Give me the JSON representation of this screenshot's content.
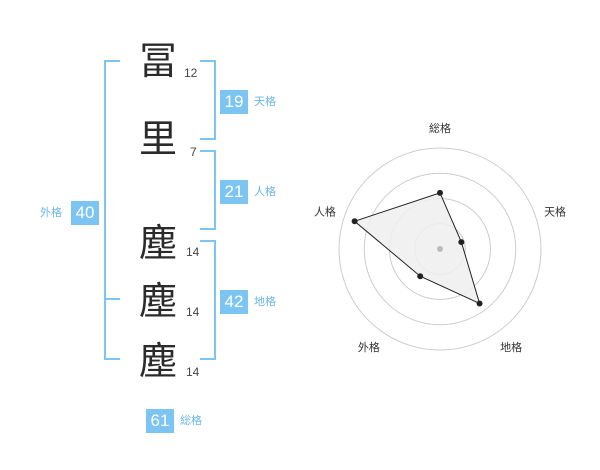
{
  "name_chars": [
    {
      "char": "冨",
      "strokes": "12"
    },
    {
      "char": "里",
      "strokes": "7"
    },
    {
      "char": "塵",
      "strokes": "14"
    },
    {
      "char": "塵",
      "strokes": "14"
    },
    {
      "char": "塵",
      "strokes": "14"
    }
  ],
  "kakusu": {
    "tenkaku": {
      "value": "19",
      "label": "天格"
    },
    "jinkaku": {
      "value": "21",
      "label": "人格"
    },
    "chikaku": {
      "value": "42",
      "label": "地格"
    },
    "gaikaku": {
      "value": "40",
      "label": "外格"
    },
    "soukaku": {
      "value": "61",
      "label": "総格"
    }
  },
  "chart_data": {
    "type": "radar",
    "axes": [
      "総格",
      "天格",
      "地格",
      "外格",
      "人格"
    ],
    "values": [
      2.5,
      1,
      3,
      1.5,
      4
    ],
    "rmax": 4.5,
    "rings": 4,
    "colors": {
      "line": "#222222",
      "fill": "#eeeeee",
      "grid": "#cccccc",
      "center": "#bbbbbb"
    }
  }
}
